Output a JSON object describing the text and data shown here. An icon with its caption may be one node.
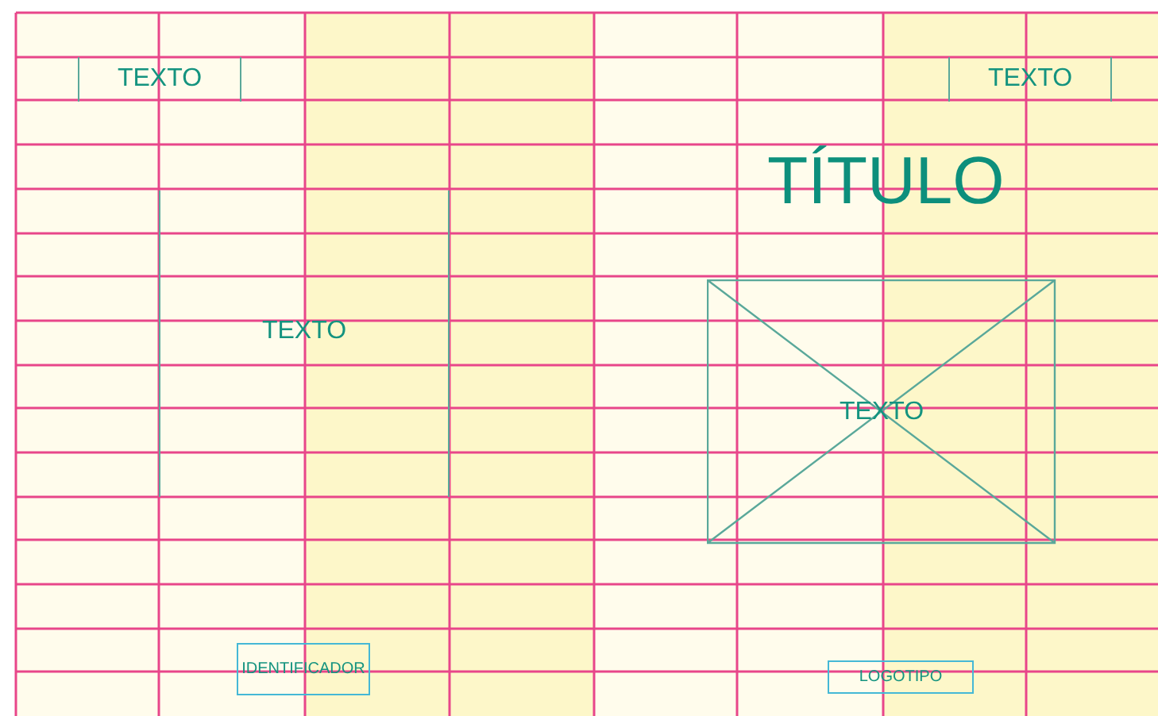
{
  "diagram": {
    "nodes": [
      {
        "text": [
          "TEXTO"
        ]
      },
      {
        "text": [
          "TEXTO"
        ]
      },
      {
        "text": [
          "TEXTO"
        ]
      },
      {
        "text": [
          "TEXTO"
        ]
      },
      {
        "text": [
          "IDENTIFICADOR"
        ]
      },
      {
        "text": [
          "LOGOTIPO"
        ]
      }
    ],
    "edges": [],
    "labels": [
      "TÍTULO"
    ]
  }
}
